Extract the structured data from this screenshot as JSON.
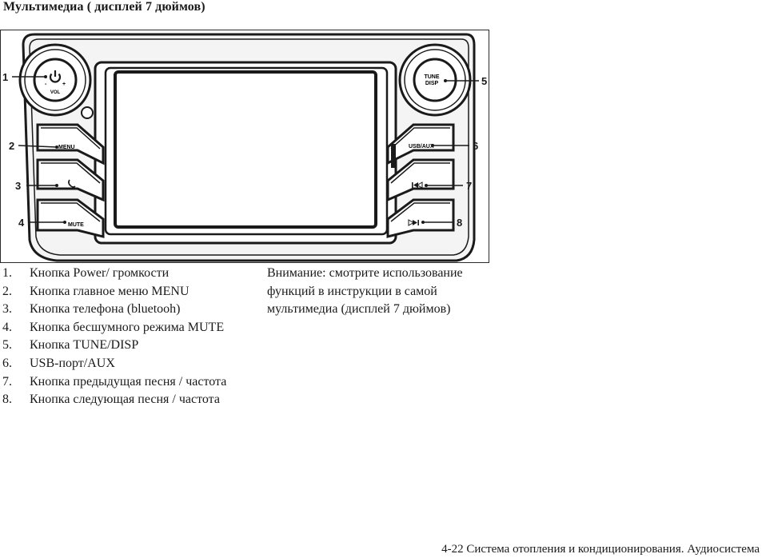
{
  "page_title": "Мультимедиа ( дисплей 7 дюймов)",
  "figure": {
    "callouts": [
      "1",
      "2",
      "3",
      "4",
      "5",
      "6",
      "7",
      "8"
    ],
    "button_labels": {
      "vol": "VOL",
      "menu": "MENU",
      "mute": "MUTE",
      "tune_line1": "TUNE",
      "tune_line2": "DISP",
      "usb_aux": "USB/AUX"
    }
  },
  "items": [
    {
      "num": "1.",
      "text": "Кнопка Power/ громкости"
    },
    {
      "num": "2.",
      "text": "Кнопка главное меню MENU"
    },
    {
      "num": "3.",
      "text": "Кнопка телефона (bluetooh)"
    },
    {
      "num": "4.",
      "text": "Кнопка бесшумного режима MUTE"
    },
    {
      "num": "5.",
      "text": "Кнопка TUNE/DISP"
    },
    {
      "num": "6.",
      "text": "USB-порт/AUX"
    },
    {
      "num": "7.",
      "text": "Кнопка предыдущая песня / частота"
    },
    {
      "num": "8.",
      "text": "Кнопка следующая песня / частота"
    }
  ],
  "note": "Внимание: смотрите использование функций в инструкции в самой мультимедиа (дисплей 7 дюймов)",
  "footer": "4-22  Система отопления и кондиционирования. Аудиосистема"
}
